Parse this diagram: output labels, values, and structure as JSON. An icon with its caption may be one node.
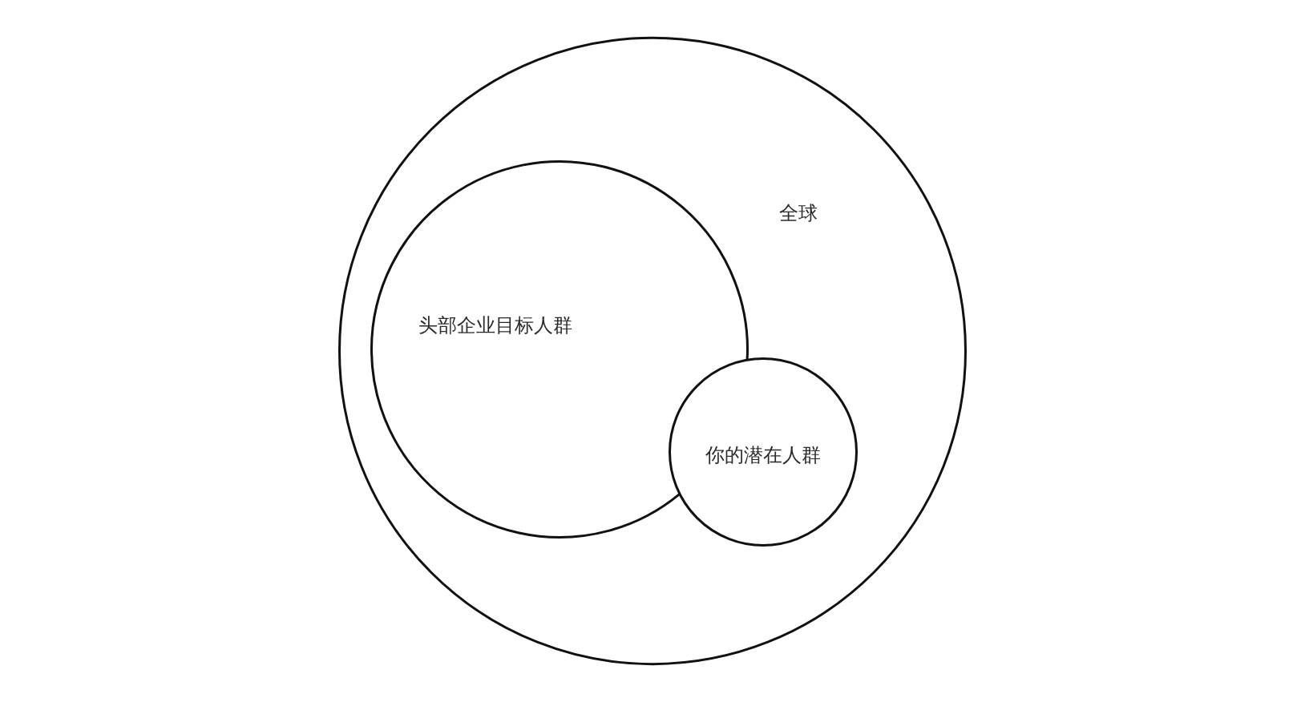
{
  "diagram": {
    "nodes": [
      {
        "text": [
          "全球"
        ]
      },
      {
        "text": [
          "头部企业目标人群"
        ],
        "in": 0
      },
      {
        "text": [
          "你的潜在人群"
        ],
        "in": 0
      }
    ]
  }
}
